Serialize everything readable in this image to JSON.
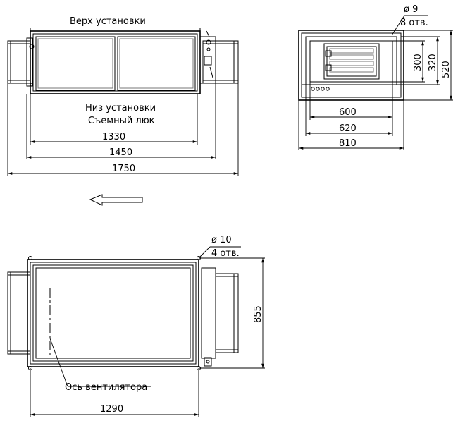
{
  "labels": {
    "top_of_unit": "Верх установки",
    "bottom_of_unit": "Низ установки",
    "removable_hatch": "Съемный люк",
    "fan_axis": "Ось вентилятора",
    "holes_top_diameter": "ø 9",
    "holes_top_count": "8 отв.",
    "holes_bottom_diameter": "ø 10",
    "holes_bottom_count": "4 отв."
  },
  "dimensions": {
    "top_view": {
      "d1330": "1330",
      "d1450": "1450",
      "d1750": "1750"
    },
    "end_view": {
      "d600": "600",
      "d620": "620",
      "d810": "810",
      "d300": "300",
      "d320": "320",
      "d520": "520"
    },
    "bottom_view": {
      "d855": "855",
      "d1290": "1290"
    }
  }
}
